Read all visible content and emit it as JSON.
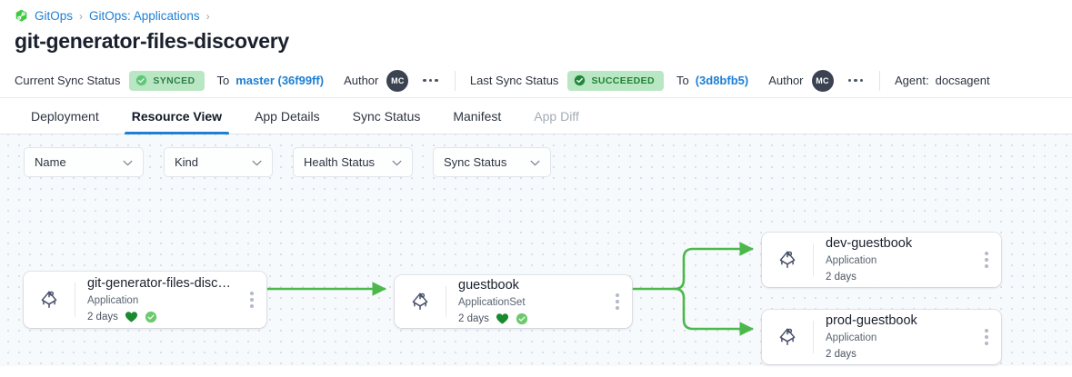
{
  "breadcrumb": {
    "icon": "gitops-hex-icon",
    "items": [
      {
        "label": "GitOps",
        "sep": "›"
      },
      {
        "label": "GitOps: Applications",
        "sep": "›"
      }
    ]
  },
  "page_title": "git-generator-files-discovery",
  "statusbar": {
    "current_sync_label": "Current Sync Status",
    "current_sync_badge": "SYNCED",
    "current_to_label": "To",
    "current_revision": "master (36f99ff)",
    "current_author_label": "Author",
    "current_author_initials": "MC",
    "last_sync_label": "Last Sync Status",
    "last_sync_badge": "SUCCEEDED",
    "last_to_label": "To",
    "last_revision": "(3d8bfb5)",
    "last_author_label": "Author",
    "last_author_initials": "MC",
    "agent_label": "Agent:",
    "agent_value": "docsagent",
    "menu_icon": "more-horizontal-icon"
  },
  "tabs": [
    {
      "label": "Deployment",
      "active": false,
      "disabled": false
    },
    {
      "label": "Resource View",
      "active": true,
      "disabled": false
    },
    {
      "label": "App Details",
      "active": false,
      "disabled": false
    },
    {
      "label": "Sync Status",
      "active": false,
      "disabled": false
    },
    {
      "label": "Manifest",
      "active": false,
      "disabled": false
    },
    {
      "label": "App Diff",
      "active": false,
      "disabled": true
    }
  ],
  "filters": [
    {
      "label": "Name",
      "icon": "chevron-down-icon"
    },
    {
      "label": "Kind",
      "icon": "chevron-down-icon"
    },
    {
      "label": "Health Status",
      "icon": "chevron-down-icon"
    },
    {
      "label": "Sync Status",
      "icon": "chevron-down-icon"
    }
  ],
  "graph": {
    "edge_color": "#4cb84c",
    "nodes": [
      {
        "title": "git-generator-files-disco…",
        "kind": "Application",
        "age": "2 days",
        "icon": "argo-application-icon",
        "health_icon": "heart-healthy-icon",
        "sync_icon": "check-circle-synced-icon",
        "menu_icon": "more-vertical-icon"
      },
      {
        "title": "guestbook",
        "kind": "ApplicationSet",
        "age": "2 days",
        "icon": "argo-application-icon",
        "health_icon": "heart-healthy-icon",
        "sync_icon": "check-circle-synced-icon",
        "menu_icon": "more-vertical-icon"
      },
      {
        "title": "dev-guestbook",
        "kind": "Application",
        "age": "2 days",
        "icon": "argo-application-icon",
        "health_icon": null,
        "sync_icon": null,
        "menu_icon": "more-vertical-icon"
      },
      {
        "title": "prod-guestbook",
        "kind": "Application",
        "age": "2 days",
        "icon": "argo-application-icon",
        "health_icon": null,
        "sync_icon": null,
        "menu_icon": "more-vertical-icon"
      }
    ]
  },
  "colors": {
    "link": "#1e7fd4",
    "badge_bg": "#b9e7c3",
    "badge_text": "#2e7d45",
    "edge": "#4cb84c",
    "health_green": "#1a8a2e",
    "sync_green": "#6ec96e",
    "canvas_bg": "#f7fafc"
  }
}
